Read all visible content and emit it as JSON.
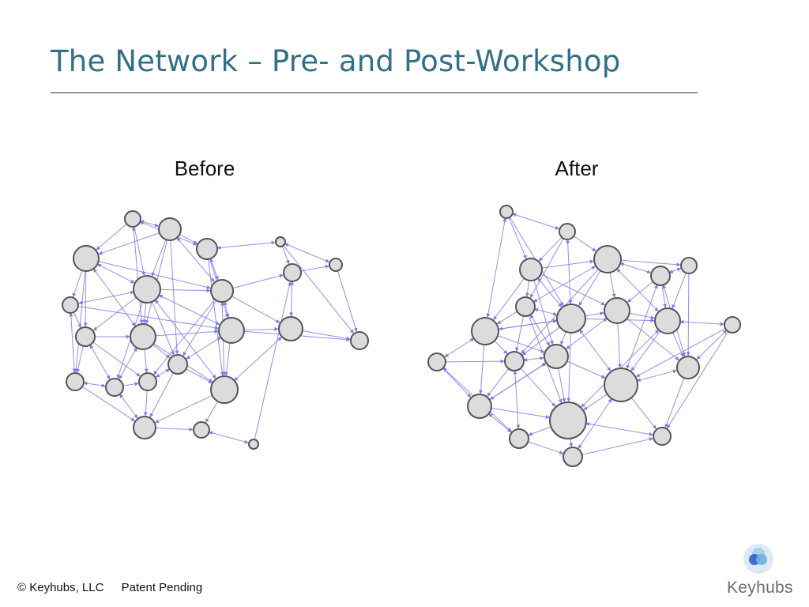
{
  "slide": {
    "title": "The Network – Pre- and Post-Workshop"
  },
  "panels": {
    "before_label": "Before",
    "after_label": "After"
  },
  "footer": {
    "copyright": "© Keyhubs, LLC",
    "patent": "Patent Pending"
  },
  "brand": {
    "name": "Keyhubs",
    "logo_icon": "overlapping-circles-icon"
  },
  "colors": {
    "title": "#336f87",
    "edge": "#7a7ce8",
    "node_fill": "#dcdcdc",
    "node_stroke": "#555555",
    "logo_light": "#a9d2ec",
    "logo_mid": "#6fb0e0",
    "logo_dark": "#2a63c6"
  }
}
